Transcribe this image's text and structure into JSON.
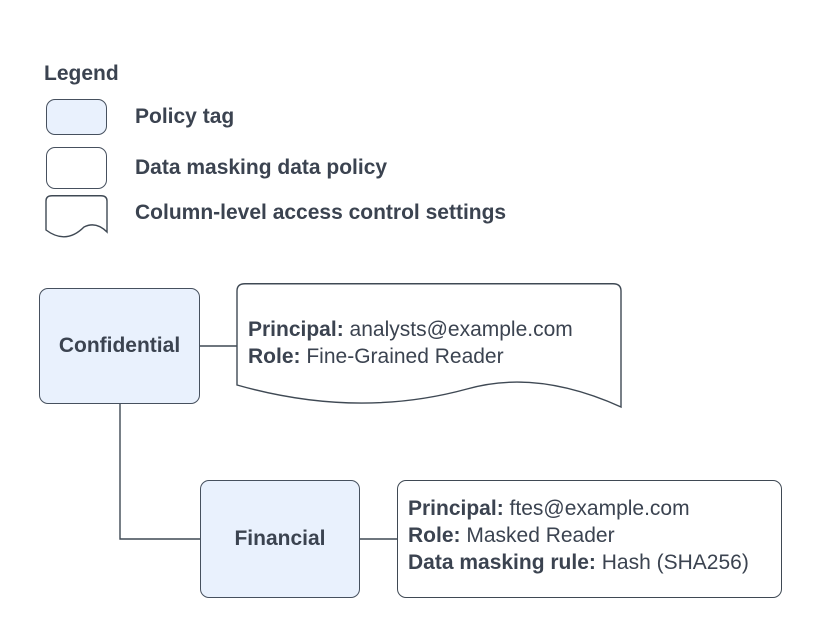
{
  "colors": {
    "background": "#ffffff",
    "policy_tag_fill": "#e9f1fd",
    "shape_stroke": "#3f4954",
    "text": "#3b4350"
  },
  "legend": {
    "title": "Legend",
    "items": [
      {
        "shape": "policy-tag",
        "label": "Policy tag"
      },
      {
        "shape": "data-masking-data-policy",
        "label": "Data masking data policy"
      },
      {
        "shape": "column-level-access-document",
        "label": "Column-level access control settings"
      }
    ]
  },
  "nodes": [
    {
      "id": "confidential",
      "type": "policy-tag",
      "label": "Confidential"
    },
    {
      "id": "financial",
      "type": "policy-tag",
      "label": "Financial"
    }
  ],
  "edges": [
    {
      "from": "confidential",
      "to": "confidential-annotation"
    },
    {
      "from": "confidential",
      "to": "financial"
    },
    {
      "from": "financial",
      "to": "financial-annotation"
    }
  ],
  "annotations": [
    {
      "id": "confidential-annotation",
      "attached_to": "confidential",
      "shape": "column-level-access-document",
      "fields": [
        {
          "label": "Principal:",
          "value": "analysts@example.com"
        },
        {
          "label": "Role:",
          "value": "Fine-Grained Reader"
        }
      ]
    },
    {
      "id": "financial-annotation",
      "attached_to": "financial",
      "shape": "data-masking-data-policy",
      "fields": [
        {
          "label": "Principal:",
          "value": "ftes@example.com"
        },
        {
          "label": "Role:",
          "value": "Masked Reader"
        },
        {
          "label": "Data masking rule:",
          "value": "Hash (SHA256)"
        }
      ]
    }
  ]
}
